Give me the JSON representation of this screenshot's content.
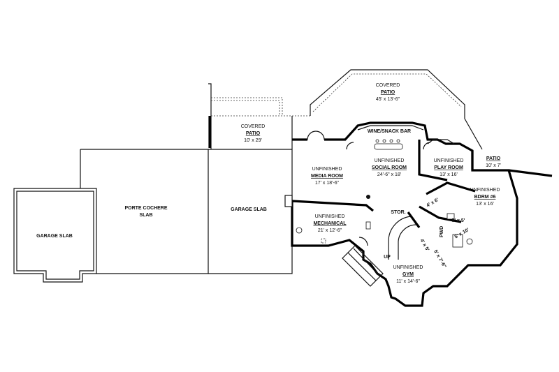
{
  "rooms": [
    {
      "id": "garage-slab-left",
      "lines": [
        "GARAGE SLAB"
      ]
    },
    {
      "id": "porte-cochere",
      "lines": [
        "PORTE COCHERE",
        "SLAB"
      ]
    },
    {
      "id": "garage-slab-right",
      "lines": [
        "GARAGE SLAB"
      ]
    },
    {
      "id": "covered-patio-small",
      "lines": [
        "COVERED",
        "PATIO",
        "10' x 29'"
      ]
    },
    {
      "id": "covered-patio-large",
      "lines": [
        "COVERED",
        "PATIO",
        "45' x 13'-6\""
      ]
    },
    {
      "id": "wine-bar",
      "lines": [
        "WINE/SNACK BAR"
      ]
    },
    {
      "id": "media-room",
      "lines": [
        "UNFINISHED",
        "MEDIA ROOM",
        "17' x 18'-6\""
      ]
    },
    {
      "id": "social-room",
      "lines": [
        "UNFINISHED",
        "SOCIAL ROOM",
        "24'-6\" x 18'"
      ]
    },
    {
      "id": "play-room",
      "lines": [
        "UNFINISHED",
        "PLAY ROOM",
        "13' x 16'"
      ]
    },
    {
      "id": "patio-small",
      "lines": [
        "PATIO",
        "10' x 7'"
      ]
    },
    {
      "id": "bdrm6",
      "lines": [
        "UNFINISHED",
        "BDRM #6",
        "13' x 16'"
      ]
    },
    {
      "id": "mechanical",
      "lines": [
        "UNFINISHED",
        "MECHANICAL",
        "21' x 12'-6\""
      ]
    },
    {
      "id": "stor",
      "lines": [
        "STOR."
      ]
    },
    {
      "id": "gym",
      "lines": [
        "UNFINISHED",
        "GYM",
        "11' x 14'-6\""
      ]
    },
    {
      "id": "closet-4x6",
      "lines": [
        "4' x 6'"
      ]
    },
    {
      "id": "closet-5x5",
      "lines": [
        "5' x 5'"
      ]
    },
    {
      "id": "pwd",
      "lines": [
        "PWD"
      ]
    },
    {
      "id": "bath-5x10",
      "lines": [
        "5' x 10'"
      ]
    },
    {
      "id": "closet-4x5",
      "lines": [
        "4' x 5'"
      ]
    },
    {
      "id": "closet-5x7",
      "lines": [
        "5' x 7'-6\""
      ]
    },
    {
      "id": "up",
      "lines": [
        "UP"
      ]
    }
  ]
}
